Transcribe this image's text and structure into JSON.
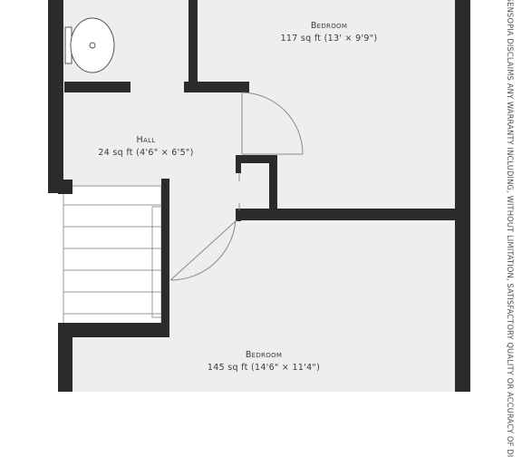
{
  "rooms": {
    "bedroom_top": {
      "name": "Bedroom",
      "area": "117 sq ft (13' × 9'9\")"
    },
    "hall": {
      "name": "Hall",
      "area": "24 sq ft (4'6\" × 6'5\")"
    },
    "bedroom_bottom": {
      "name": "Bedroom",
      "area": "145 sq ft (14'6\" × 11'4\")"
    }
  },
  "disclaimer": "Y OF ANY KIND. SENSOPIA DISCLAIMS ANY WARRANTY INCLUDING, WITHOUT LIMITATION, SATISFACTORY QUALITY OR ACCURACY OF DI",
  "colors": {
    "wall": "#2b2b2b",
    "floor": "#eeeeee",
    "background": "#ffffff",
    "text": "#3a3a3a",
    "stair_line": "#9a9a9a"
  },
  "icons": {
    "sink": "sink-icon",
    "stairs": "stairs-icon",
    "door_swing": "door-swing-icon"
  }
}
